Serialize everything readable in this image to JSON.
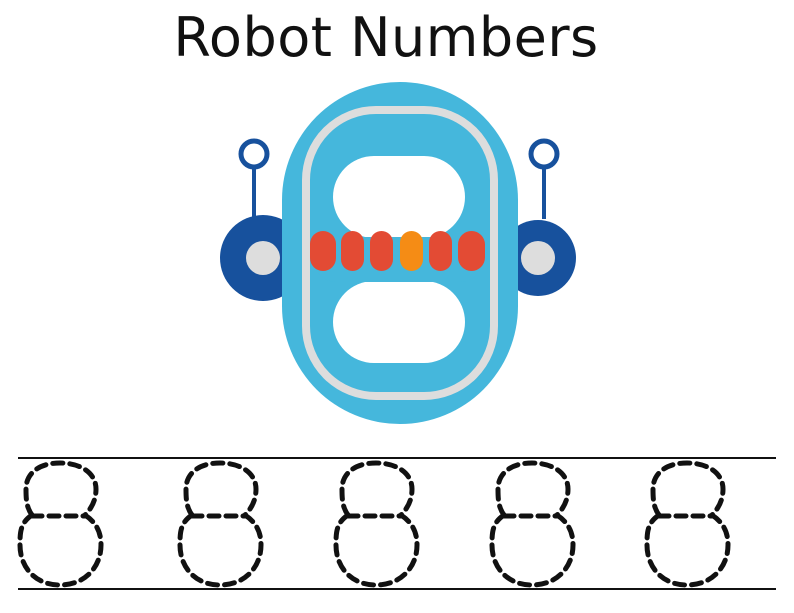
{
  "worksheet": {
    "title": "Robot Numbers",
    "number": "8",
    "trace_count": 5
  },
  "colors": {
    "body_blue": "#45b7dc",
    "ear_blue": "#17519d",
    "light_gray": "#dddddd",
    "light_red": "#e34b34",
    "orange": "#f58c15",
    "black": "#111111"
  },
  "icons": [
    "robot-number-eight-icon",
    "antenna-icon",
    "robot-ear-icon",
    "dotted-number-eight-icon"
  ]
}
